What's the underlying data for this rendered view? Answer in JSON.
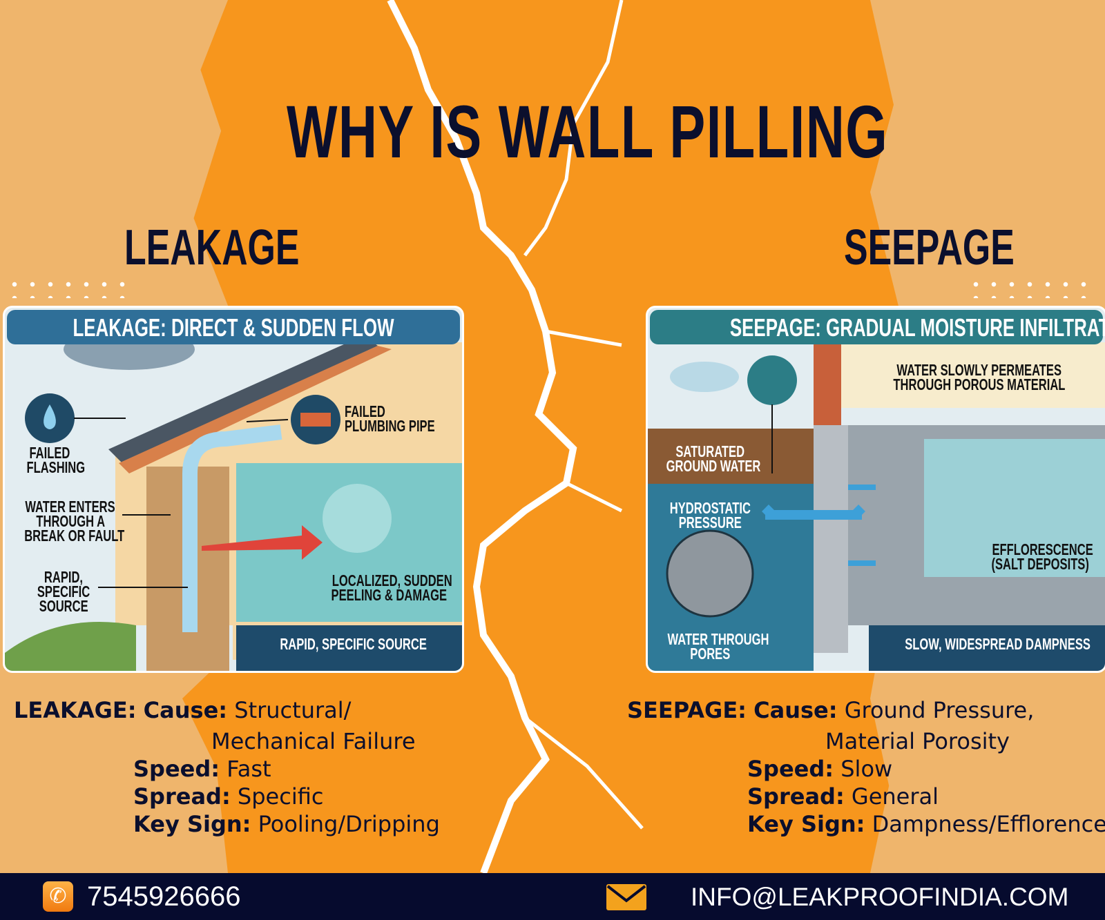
{
  "title": "WHY IS WALL PILLING",
  "left": {
    "heading": "LEAKAGE",
    "panel_title": "LEAKAGE: DIRECT & SUDDEN FLOW",
    "labels": {
      "failed_flashing": [
        "FAILED",
        "FLASHING"
      ],
      "failed_pipe": [
        "FAILED",
        "PLUMBING PIPE"
      ],
      "water_enters": [
        "WATER ENTERS",
        "THROUGH A",
        "BREAK OR FAULT"
      ],
      "rapid": [
        "RAPID,",
        "SPECIFIC",
        "SOURCE"
      ],
      "localized": [
        "LOCALIZED, SUDDEN",
        "PEELING & DAMAGE"
      ],
      "footer": "RAPID, SPECIFIC SOURCE"
    },
    "details": {
      "cause_prefix": "LEAKAGE:",
      "cause_label": "Cause:",
      "cause_line1": "Structural/",
      "cause_line2": "Mechanical Failure",
      "speed_label": "Speed:",
      "speed": "Fast",
      "spread_label": "Spread:",
      "spread": "Specific",
      "sign_label": "Key Sign:",
      "sign": "Pooling/Dripping"
    }
  },
  "right": {
    "heading": "SEEPAGE",
    "panel_title": "SEEPAGE: GRADUAL MOISTURE INFILTRATION",
    "labels": {
      "permeates": [
        "WATER SLOWLY PERMEATES",
        "THROUGH POROUS MATERIAL"
      ],
      "saturated": [
        "SATURATED",
        "GROUND WATER"
      ],
      "hydro": [
        "HYDROSTATIC",
        "PRESSURE"
      ],
      "pores": [
        "WATER THROUGH",
        "PORES"
      ],
      "efflo": [
        "EFFLORESCENCE",
        "(SALT DEPOSITS)"
      ],
      "footer": "SLOW, WIDESPREAD DAMPNESS"
    },
    "details": {
      "cause_prefix": "SEEPAGE:",
      "cause_label": "Cause:",
      "cause_line1": "Ground Pressure,",
      "cause_line2": "Material Porosity",
      "speed_label": "Speed:",
      "speed": "Slow",
      "spread_label": "Spread:",
      "spread": "General",
      "sign_label": "Key Sign:",
      "sign": "Dampness/Efflorencence"
    }
  },
  "footer": {
    "phone": "7545926666",
    "email": "INFO@LEAKPROOFINDIA.COM",
    "phone_icon": "phone-icon",
    "email_icon": "envelope-icon"
  },
  "colors": {
    "orange": "#f7961d",
    "navy": "#0b0f2d",
    "panel_blue": "#2f6f98",
    "panel_teal": "#2c7d86"
  }
}
